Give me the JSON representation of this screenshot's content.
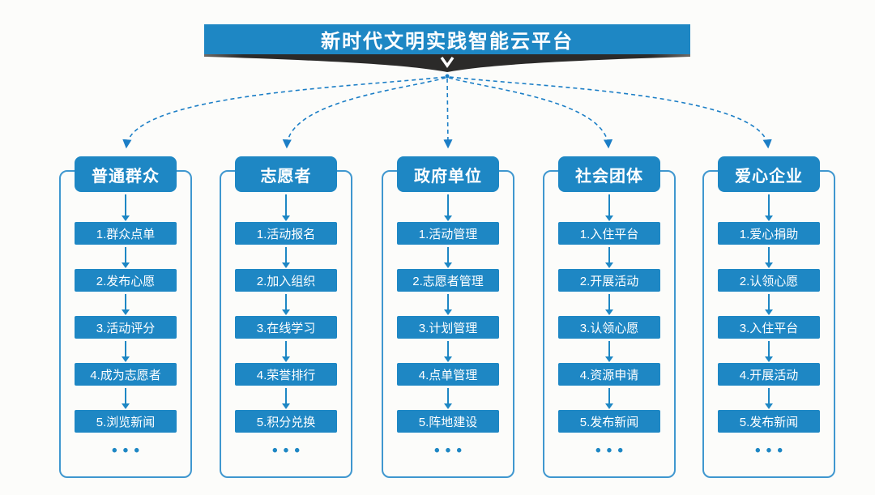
{
  "title": "新时代文明实践智能云平台",
  "ellipsis": "•••",
  "colors": {
    "primary_blue": "#1e87c4",
    "outline_blue": "#3f97cf",
    "dashed_blue": "#1b7ec6",
    "ribbon_dark": "#2b2a29",
    "background": "#fcfcfa",
    "text_white": "#ffffff"
  },
  "columns": [
    {
      "header": "普通群众",
      "items": [
        "1.群众点单",
        "2.发布心愿",
        "3.活动评分",
        "4.成为志愿者",
        "5.浏览新闻"
      ]
    },
    {
      "header": "志愿者",
      "items": [
        "1.活动报名",
        "2.加入组织",
        "3.在线学习",
        "4.荣誉排行",
        "5.积分兑换"
      ]
    },
    {
      "header": "政府单位",
      "items": [
        "1.活动管理",
        "2.志愿者管理",
        "3.计划管理",
        "4.点单管理",
        "5.阵地建设"
      ]
    },
    {
      "header": "社会团体",
      "items": [
        "1.入住平台",
        "2.开展活动",
        "3.认领心愿",
        "4.资源申请",
        "5.发布新闻"
      ]
    },
    {
      "header": "爱心企业",
      "items": [
        "1.爱心捐助",
        "2.认领心愿",
        "3.入住平台",
        "4.开展活动",
        "5.发布新闻"
      ]
    }
  ]
}
